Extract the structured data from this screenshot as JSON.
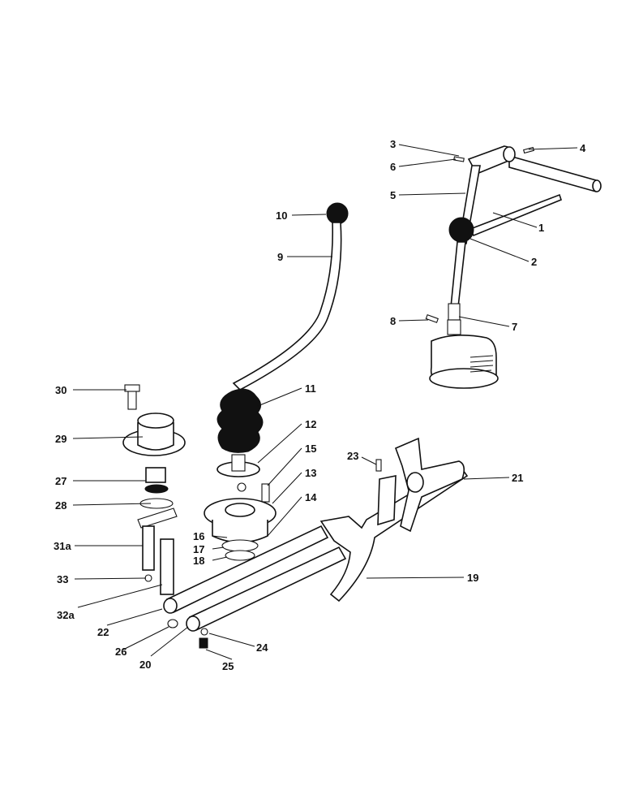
{
  "diagram": {
    "callouts": [
      {
        "id": "c1",
        "label": "1"
      },
      {
        "id": "c2",
        "label": "2"
      },
      {
        "id": "c3",
        "label": "3"
      },
      {
        "id": "c4",
        "label": "4"
      },
      {
        "id": "c5",
        "label": "5"
      },
      {
        "id": "c6",
        "label": "6"
      },
      {
        "id": "c7",
        "label": "7"
      },
      {
        "id": "c8",
        "label": "8"
      },
      {
        "id": "c9",
        "label": "9"
      },
      {
        "id": "c10",
        "label": "10"
      },
      {
        "id": "c11",
        "label": "11"
      },
      {
        "id": "c12",
        "label": "12"
      },
      {
        "id": "c13",
        "label": "13"
      },
      {
        "id": "c14",
        "label": "14"
      },
      {
        "id": "c15",
        "label": "15"
      },
      {
        "id": "c16",
        "label": "16"
      },
      {
        "id": "c17",
        "label": "17"
      },
      {
        "id": "c18",
        "label": "18"
      },
      {
        "id": "c19",
        "label": "19"
      },
      {
        "id": "c20",
        "label": "20"
      },
      {
        "id": "c21",
        "label": "21"
      },
      {
        "id": "c22",
        "label": "22"
      },
      {
        "id": "c23",
        "label": "23"
      },
      {
        "id": "c24",
        "label": "24"
      },
      {
        "id": "c25",
        "label": "25"
      },
      {
        "id": "c26",
        "label": "26"
      },
      {
        "id": "c27",
        "label": "27"
      },
      {
        "id": "c28",
        "label": "28"
      },
      {
        "id": "c29",
        "label": "29"
      },
      {
        "id": "c30",
        "label": "30"
      },
      {
        "id": "c31a",
        "label": "31a"
      },
      {
        "id": "c32a",
        "label": "32a"
      },
      {
        "id": "c33",
        "label": "33"
      }
    ]
  }
}
